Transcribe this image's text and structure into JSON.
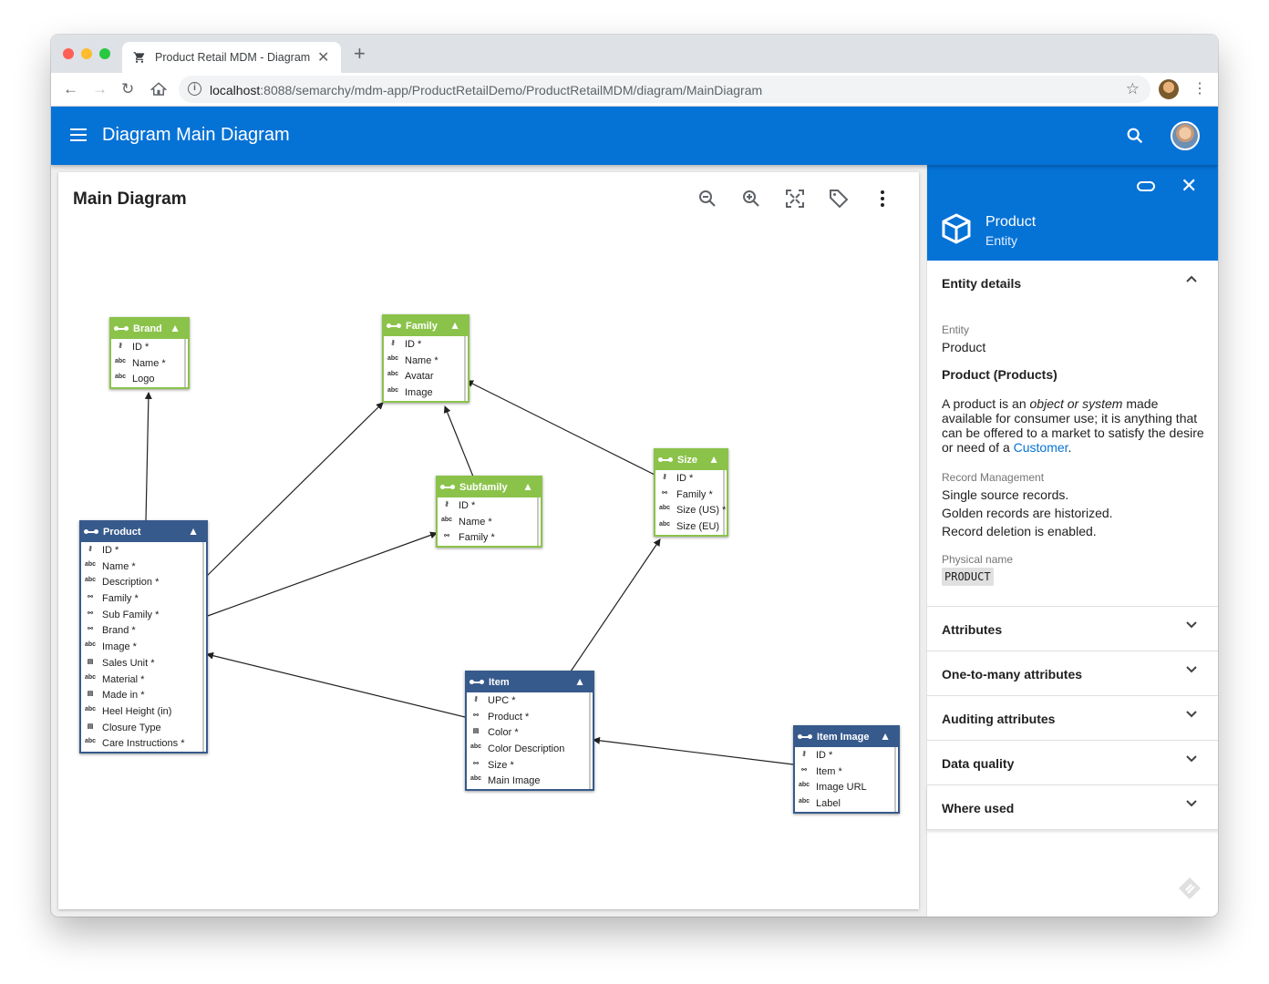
{
  "browser": {
    "tab_title": "Product Retail MDM - Diagram",
    "url_host": "localhost",
    "url_rest": ":8088/semarchy/mdm-app/ProductRetailDemo/ProductRetailMDM/diagram/MainDiagram"
  },
  "appbar": {
    "title": "Diagram Main Diagram"
  },
  "diagram": {
    "title": "Main Diagram",
    "entities": {
      "brand": {
        "name": "Brand",
        "attrs": [
          "ID *",
          "Name *",
          "Logo"
        ]
      },
      "family": {
        "name": "Family",
        "attrs": [
          "ID *",
          "Name *",
          "Avatar",
          "Image"
        ]
      },
      "subfamily": {
        "name": "Subfamily",
        "attrs": [
          "ID *",
          "Name *",
          "Family *"
        ]
      },
      "size": {
        "name": "Size",
        "attrs": [
          "ID *",
          "Family *",
          "Size (US) *",
          "Size (EU)"
        ]
      },
      "product": {
        "name": "Product",
        "attrs": [
          "ID *",
          "Name *",
          "Description *",
          "Family *",
          "Sub Family *",
          "Brand *",
          "Image *",
          "Sales Unit *",
          "Material *",
          "Made in *",
          "Heel Height (in)",
          "Closure Type",
          "Care Instructions *"
        ]
      },
      "item": {
        "name": "Item",
        "attrs": [
          "UPC *",
          "Product *",
          "Color *",
          "Color Description",
          "Size *",
          "Main Image"
        ]
      },
      "itemimage": {
        "name": "Item Image",
        "attrs": [
          "ID *",
          "Item *",
          "Image URL",
          "Label"
        ]
      }
    }
  },
  "panel": {
    "title": "Product",
    "subtitle": "Entity",
    "entity_details": {
      "heading": "Entity details",
      "entity_label": "Entity",
      "entity_value": "Product",
      "full_name": "Product (Products)",
      "desc_1": "A product is an ",
      "desc_em": "object or system",
      "desc_2": " made available for consumer use; it is anything that can be offered to a market to satisfy the desire or need of a ",
      "desc_link": "Customer",
      "desc_3": ".",
      "record_mgmt_label": "Record Management",
      "record_mgmt_1": "Single source records.",
      "record_mgmt_2": "Golden records are historized.",
      "record_mgmt_3": "Record deletion is enabled.",
      "physical_label": "Physical name",
      "physical_value": "PRODUCT"
    },
    "sections": [
      "Attributes",
      "One-to-many attributes",
      "Auditing attributes",
      "Data quality",
      "Where used"
    ]
  },
  "colors": {
    "accent": "#0572d6",
    "entity_green": "#8bc34a",
    "entity_blue": "#375a8c"
  }
}
